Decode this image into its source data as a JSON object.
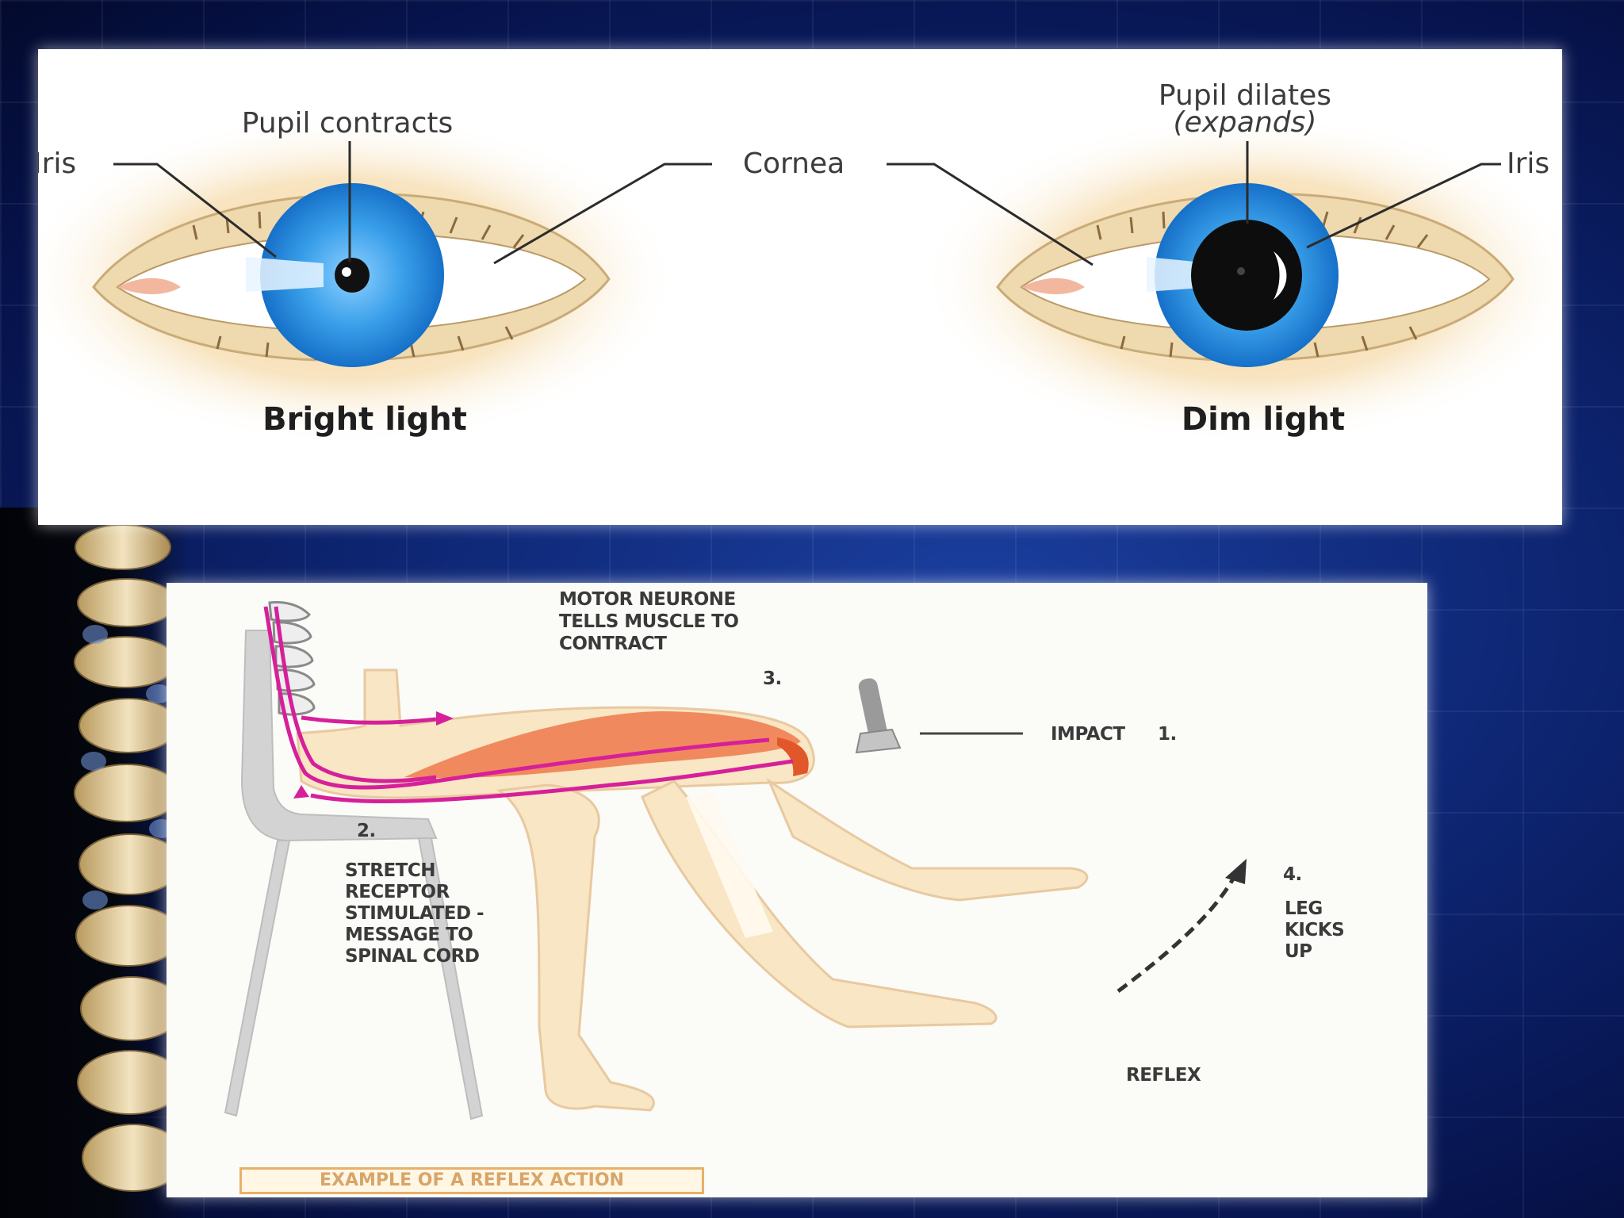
{
  "eye_diagram": {
    "label_left_pupil": "Pupil contracts",
    "label_iris_left": "Iris",
    "label_cornea": "Cornea",
    "label_right_pupil_line1": "Pupil dilates",
    "label_right_pupil_line2": "(expands)",
    "label_iris_right": "Iris",
    "caption_left": "Bright light",
    "caption_right": "Dim light"
  },
  "reflex_diagram": {
    "motor_line1": "MOTOR NEURONE",
    "motor_line2": "TELLS MUSCLE TO",
    "motor_line3": "CONTRACT",
    "step3": "3.",
    "impact": "IMPACT",
    "step1": "1.",
    "step2": "2.",
    "stretch_line1": "STRETCH",
    "stretch_line2": "RECEPTOR",
    "stretch_line3": "STIMULATED -",
    "stretch_line4": "MESSAGE TO",
    "stretch_line5": "SPINAL CORD",
    "step4": "4.",
    "leg_line1": "LEG",
    "leg_line2": "KICKS",
    "leg_line3": "UP",
    "reflex": "REFLEX",
    "caption": "EXAMPLE OF A REFLEX ACTION"
  },
  "colors": {
    "iris": "#2a8fe0",
    "skin": "#f8e6c4",
    "muscle": "#ef6a3c",
    "nerve": "#d6209a",
    "background_blue": "#0d2470"
  }
}
